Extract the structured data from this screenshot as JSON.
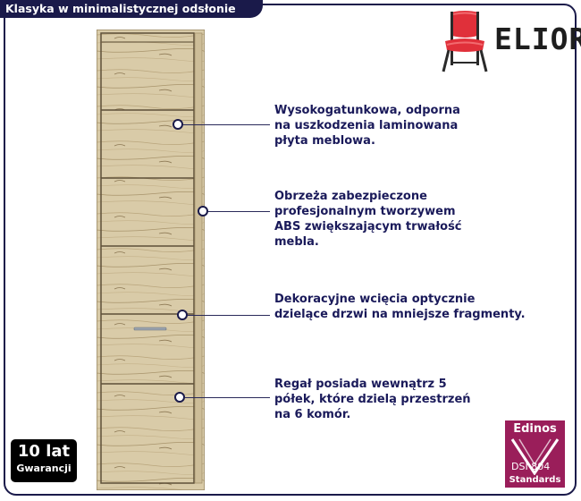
{
  "header": {
    "title": "Klasyka w minimalistycznej odsłonie"
  },
  "brand": {
    "name": "ELIOR",
    "icon": "red-chair-icon",
    "accent": "#e0303a"
  },
  "product": {
    "icon": "wooden-cabinet-icon",
    "shelves": 5,
    "compartments": 6
  },
  "features": [
    {
      "text": "Wysokogatunkowa, odporna\nna uszkodzenia laminowana\npłyta meblowa."
    },
    {
      "text": "Obrzeża zabezpieczone\nprofesjonalnym tworzywem\nABS zwiększającym trwałość\nmebla."
    },
    {
      "text": "Dekoracyjne wcięcia optycznie\ndzielące drzwi na mniejsze fragmenty."
    },
    {
      "text": "Regał posiada wewnątrz 5\npółek, które dzielą przestrzeń\nna 6 komór."
    }
  ],
  "warranty": {
    "years": "10 lat",
    "label": "Gwarancji"
  },
  "certificate": {
    "top": "Edinos",
    "code": "DSI 804",
    "bottom": "Standards",
    "color": "#9a1e5a"
  },
  "colors": {
    "frame": "#1a1a4a",
    "text": "#1a1a5a",
    "wood": "#d8c9a6"
  }
}
